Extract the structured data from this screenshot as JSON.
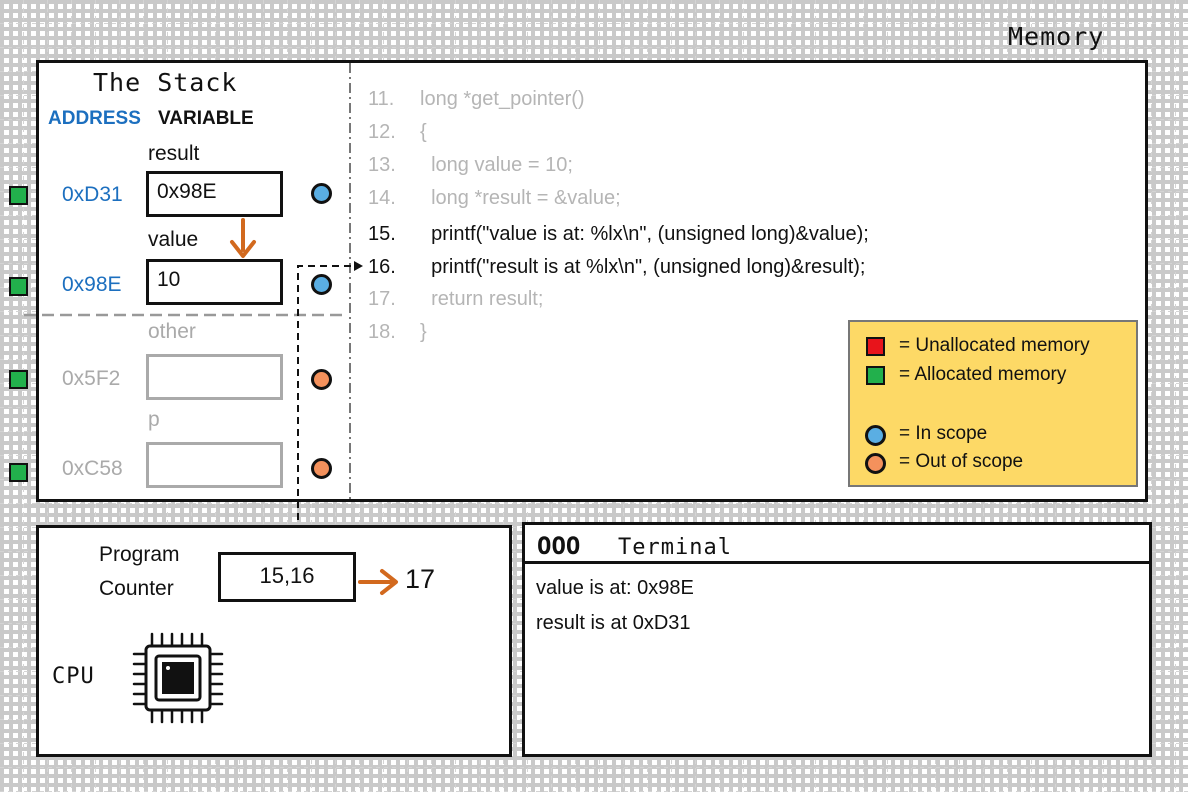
{
  "memory": {
    "title": "Memory"
  },
  "stack": {
    "title": "The Stack",
    "address_header": "ADDRESS",
    "variable_header": "VARIABLE",
    "rows": [
      {
        "name": "result",
        "address": "0xD31",
        "value": "0x98E",
        "allocated": true,
        "scope": "in"
      },
      {
        "name": "value",
        "address": "0x98E",
        "value": "10",
        "allocated": true,
        "scope": "in"
      },
      {
        "name": "other",
        "address": "0x5F2",
        "value": "",
        "allocated": true,
        "scope": "out"
      },
      {
        "name": "p",
        "address": "0xC58",
        "value": "",
        "allocated": true,
        "scope": "out"
      }
    ]
  },
  "code": {
    "lines": [
      {
        "num": "11.",
        "text": "long *get_pointer()",
        "active": false
      },
      {
        "num": "12.",
        "text": "{",
        "active": false
      },
      {
        "num": "13.",
        "text": "  long value = 10;",
        "active": false
      },
      {
        "num": "14.",
        "text": "  long *result = &value;",
        "active": false
      },
      {
        "num": "15.",
        "text": "  printf(\"value is at: %lx\\n\", (unsigned long)&value);",
        "active": true
      },
      {
        "num": "16.",
        "text": "  printf(\"result is at %lx\\n\", (unsigned long)&result);",
        "active": true
      },
      {
        "num": "17.",
        "text": "  return result;",
        "active": false
      },
      {
        "num": "18.",
        "text": "}",
        "active": false
      }
    ]
  },
  "legend": {
    "unallocated": "= Unallocated memory",
    "allocated": "= Allocated memory",
    "in_scope": "= In scope",
    "out_scope": "= Out of scope",
    "colors": {
      "unallocated": "#e8141b",
      "allocated": "#22b04c",
      "in_scope": "#5aaee3",
      "out_scope": "#f4915c",
      "background": "#fdd966"
    }
  },
  "cpu": {
    "pc_label_line1": "Program",
    "pc_label_line2": "Counter",
    "pc_value": "15,16",
    "pc_next": "17",
    "cpu_label": "CPU"
  },
  "terminal": {
    "title": "Terminal",
    "buttons_glyph": "OOO",
    "lines": [
      "value is at: 0x98E",
      "result is at 0xD31"
    ]
  },
  "colors": {
    "arrow": "#d2691e",
    "address": "#1c6fbf",
    "dim": "#aaaaaa"
  }
}
